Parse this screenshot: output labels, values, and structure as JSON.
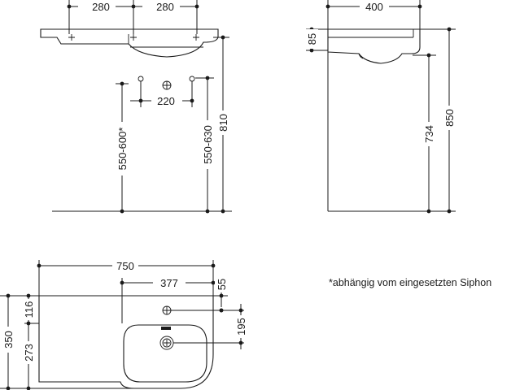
{
  "dimensions": {
    "front_left_280": "280",
    "front_right_280": "280",
    "front_220": "220",
    "front_550_600": "550-600*",
    "front_550_630": "550-630",
    "front_810": "810",
    "side_400": "400",
    "side_85": "85",
    "side_734": "734",
    "side_850": "850",
    "top_750": "750",
    "top_377": "377",
    "top_55": "55",
    "top_195": "195",
    "top_116": "116",
    "top_350": "350",
    "top_273": "273"
  },
  "note": "*abhängig vom eingesetzten Siphon"
}
